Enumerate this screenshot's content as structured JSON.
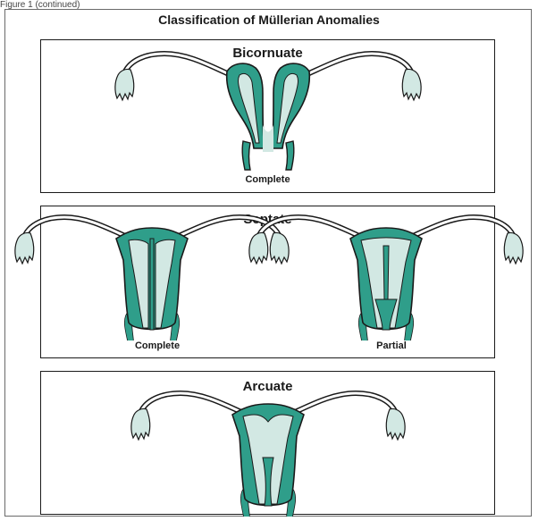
{
  "figure_label": "Figure 1 (continued)",
  "title": "Classification of Müllerian Anomalies",
  "panels": {
    "bicornuate": {
      "title": "Bicornuate",
      "captions": [
        "Complete"
      ]
    },
    "septate": {
      "title": "Septate",
      "captions": [
        "Complete",
        "Partial"
      ]
    },
    "arcuate": {
      "title": "Arcuate"
    }
  },
  "colors": {
    "uterus_wall": "#2f9e8a",
    "cavity": "#d2e8e3",
    "outline": "#1a1a1a"
  }
}
